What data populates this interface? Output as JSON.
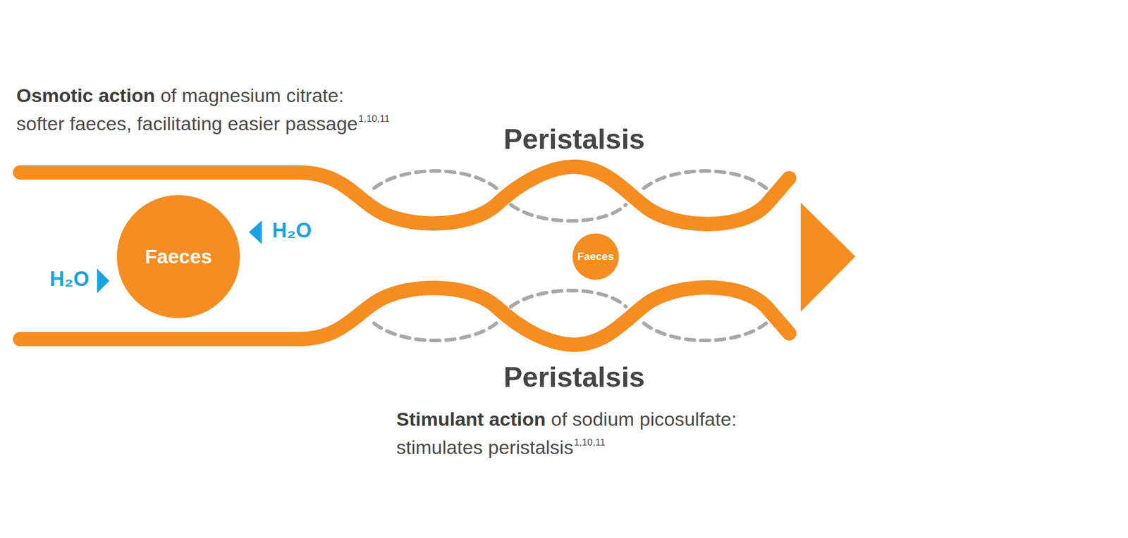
{
  "diagram": {
    "nodes": [
      {
        "text": [
          "Faeces"
        ]
      },
      {
        "text": [
          "Faeces"
        ]
      }
    ],
    "labels": [
      "Osmotic action",
      "of magnesium citrate:",
      "softer faeces, facilitating easier passage",
      "1,10,11",
      "Peristalsis",
      "H₂O",
      "H₂O",
      "Peristalsis",
      "Stimulant action",
      "of sodium picosulfate:",
      "stimulates peristalsis",
      "1,10,11"
    ]
  }
}
